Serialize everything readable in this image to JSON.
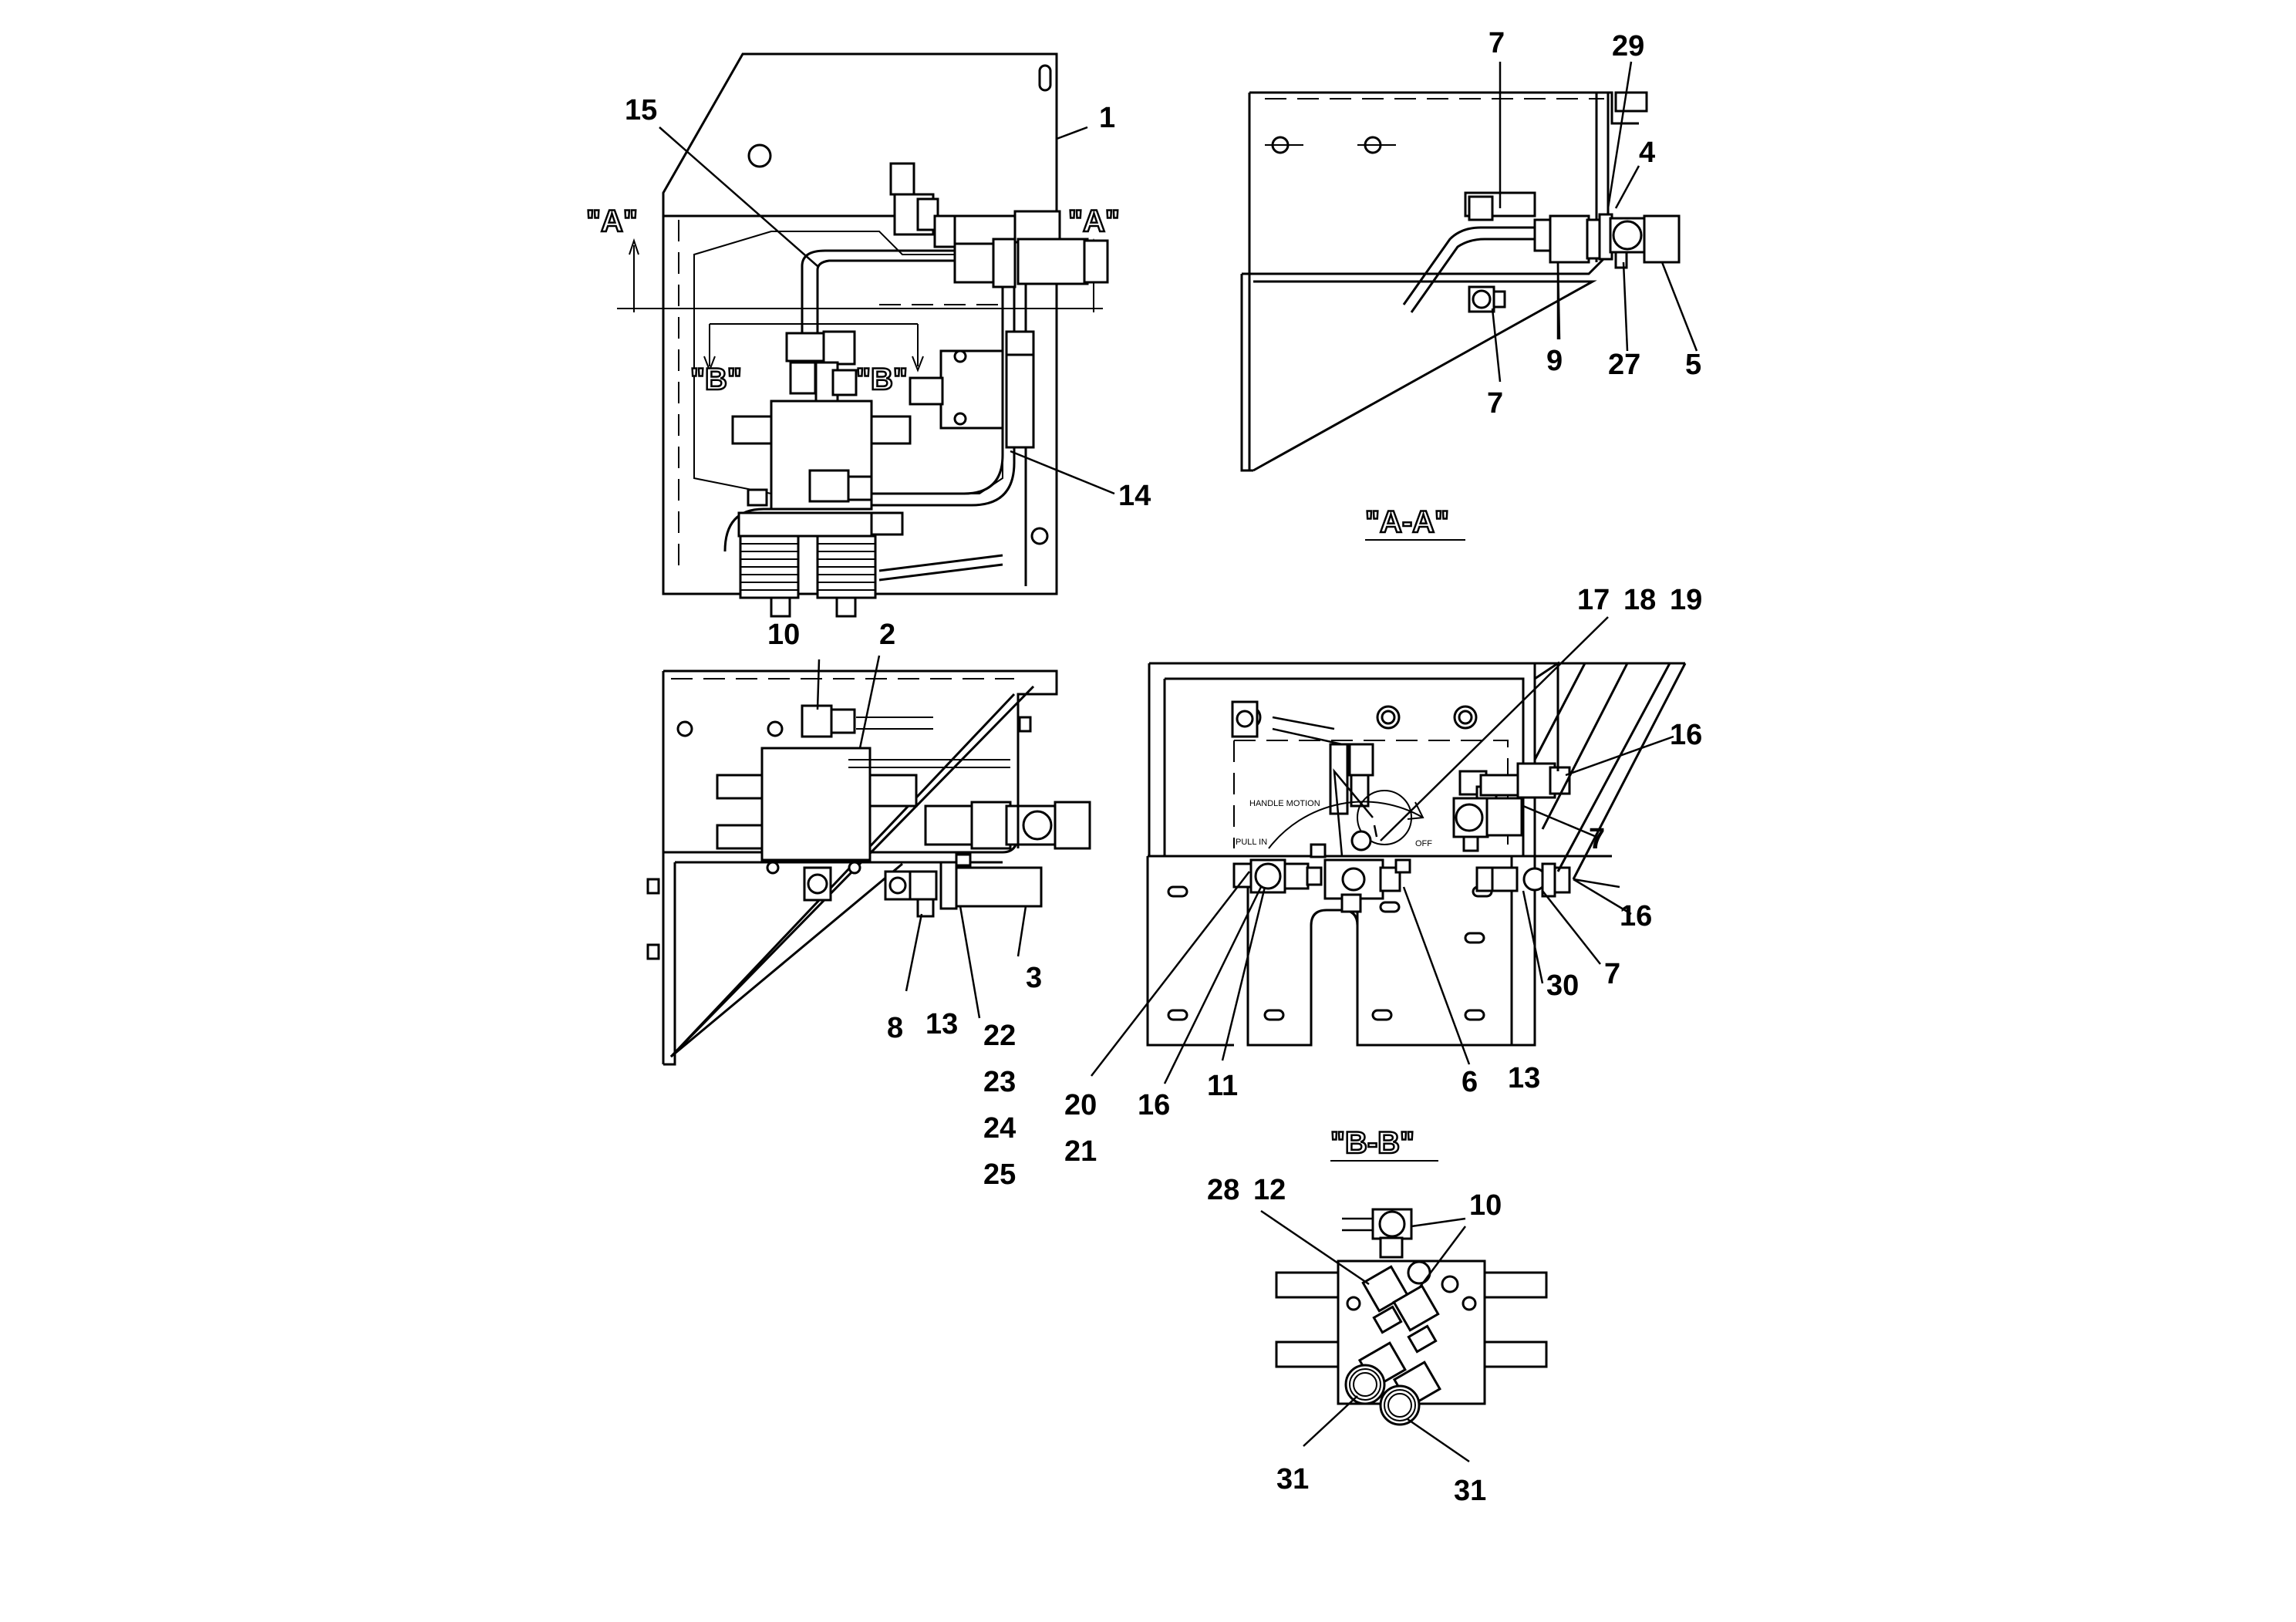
{
  "section_labels": {
    "a_left": "\"A\"",
    "a_right": "\"A\"",
    "b_left": "\"B\"",
    "b_right": "\"B\"",
    "view_aa": "\"A-A\"",
    "view_bb": "\"B-B\""
  },
  "panel_text": {
    "handle_motion": "HANDLE MOTION",
    "pull_in": "PULL IN",
    "off": "OFF"
  },
  "callouts": {
    "top_left": [
      "15",
      "1",
      "14"
    ],
    "view_aa": [
      "7",
      "29",
      "4",
      "9",
      "27",
      "5",
      "7"
    ],
    "mid_left": [
      "10",
      "2",
      "3",
      "8",
      "13",
      "22",
      "23",
      "24",
      "25"
    ],
    "mid_right": [
      "17",
      "18",
      "19",
      "16",
      "7",
      "16",
      "30",
      "7",
      "20",
      "21",
      "16",
      "11",
      "6",
      "13"
    ],
    "view_bb": [
      "28",
      "12",
      "10",
      "31",
      "31"
    ]
  }
}
